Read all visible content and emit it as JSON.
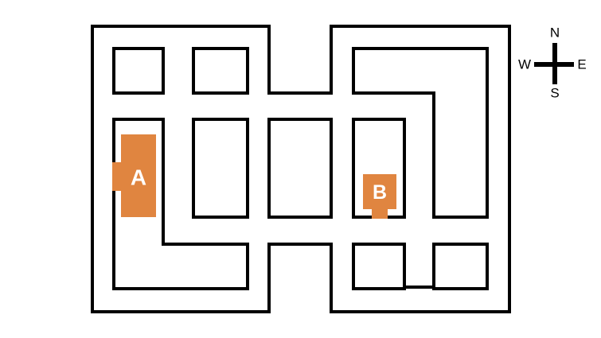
{
  "map": {
    "wall_color": "#000000",
    "background_color": "#ffffff",
    "locations": [
      {
        "id": "A",
        "label": "A",
        "color": "#e08540"
      },
      {
        "id": "B",
        "label": "B",
        "color": "#e08540"
      }
    ]
  },
  "compass": {
    "north": "N",
    "south": "S",
    "east": "E",
    "west": "W",
    "icon": "compass-cross-icon"
  }
}
